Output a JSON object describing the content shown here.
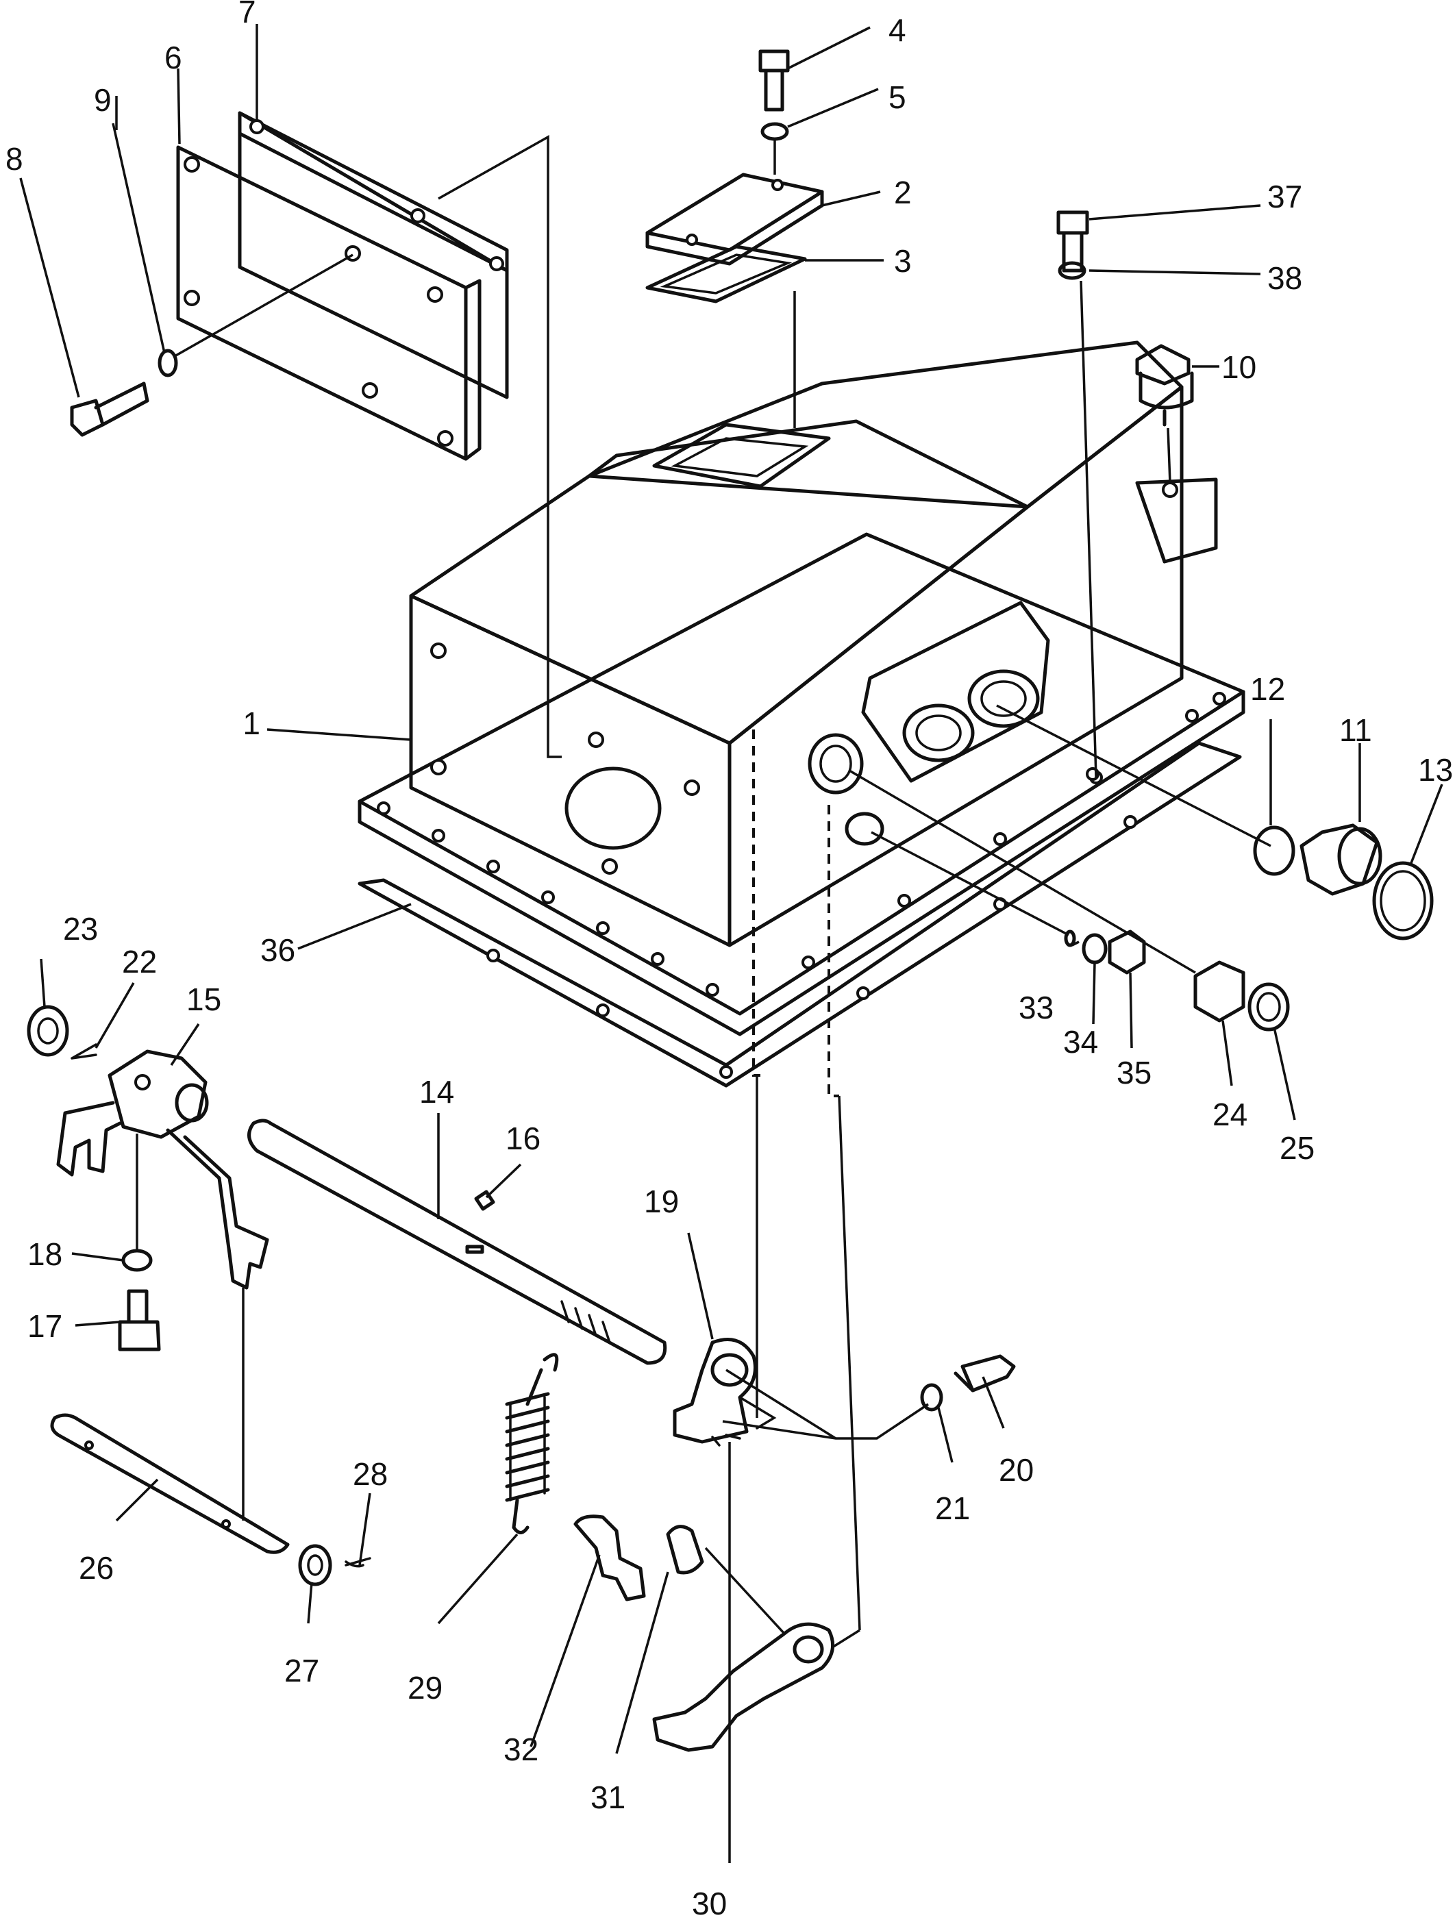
{
  "labels": {
    "n1": "1",
    "n2": "2",
    "n3": "3",
    "n4": "4",
    "n5": "5",
    "n6": "6",
    "n7": "7",
    "n8": "8",
    "n9": "9",
    "n10": "10",
    "n11": "11",
    "n12": "12",
    "n13": "13",
    "n14": "14",
    "n15": "15",
    "n16": "16",
    "n17": "17",
    "n18": "18",
    "n19": "19",
    "n20": "20",
    "n21": "21",
    "n22": "22",
    "n23": "23",
    "n24": "24",
    "n25": "25",
    "n26": "26",
    "n27": "27",
    "n28": "28",
    "n29": "29",
    "n30": "30",
    "n31": "31",
    "n32": "32",
    "n33": "33",
    "n34": "34",
    "n35": "35",
    "n36": "36",
    "n37": "37",
    "n38": "38"
  }
}
